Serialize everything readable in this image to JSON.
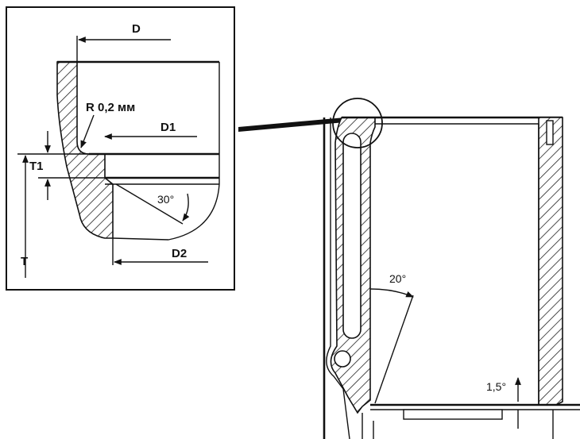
{
  "detail": {
    "labels": {
      "D": "D",
      "radius": "R 0,2 мм",
      "D1": "D1",
      "T1": "T1",
      "angle": "30°",
      "D2": "D2",
      "T": "T"
    }
  },
  "section": {
    "labels": {
      "angle": "20°",
      "angle_small": "1,5°"
    }
  }
}
